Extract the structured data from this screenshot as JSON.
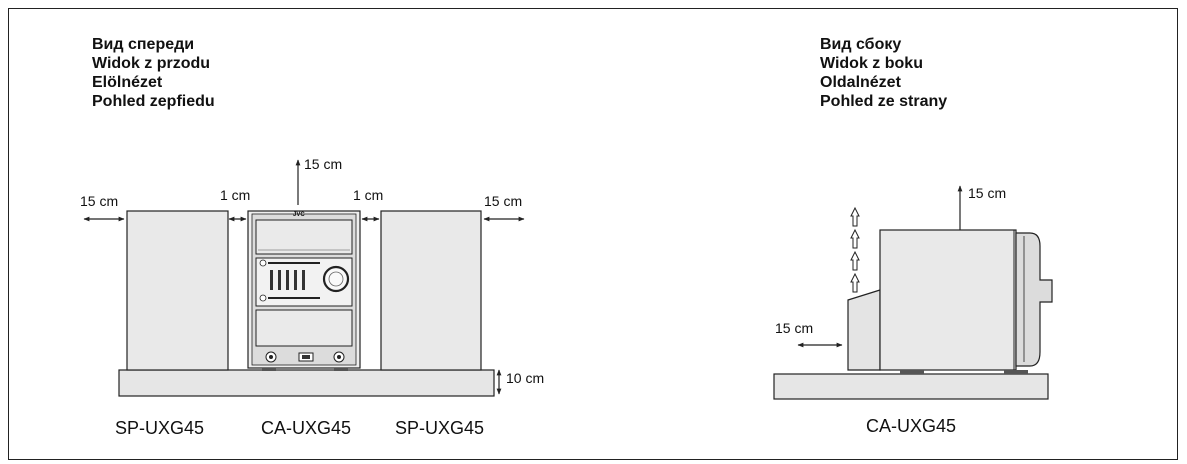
{
  "front_view": {
    "title_lines": [
      "Вид спереди",
      "Widok z przodu",
      "Elölnézet",
      "Pohled zepfiedu"
    ],
    "clearances": {
      "top": "15 cm",
      "left_outer": "15 cm",
      "left_gap": "1 cm",
      "right_gap": "1 cm",
      "right_outer": "15 cm",
      "bottom": "10 cm"
    },
    "models": [
      "SP-UXG45",
      "CA-UXG45",
      "SP-UXG45"
    ],
    "brand_logo": "JVC"
  },
  "side_view": {
    "title_lines": [
      "Вид сбоку",
      "Widok z boku",
      "Oldalnézet",
      "Pohled ze strany"
    ],
    "clearances": {
      "top": "15 cm",
      "front": "15 cm"
    },
    "model": "CA-UXG45"
  },
  "colors": {
    "line": "#222222",
    "fill_light": "#e9e9e9",
    "fill_mid": "#cfcfcf"
  }
}
